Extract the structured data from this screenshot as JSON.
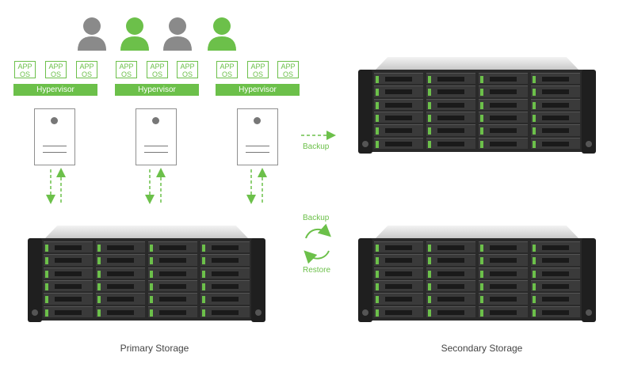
{
  "colors": {
    "accent": "#6cc04a",
    "neutral": "#8a8a8a"
  },
  "users": [
    {
      "icon": "user-icon",
      "color": "#8a8a8a"
    },
    {
      "icon": "user-icon",
      "color": "#6cc04a"
    },
    {
      "icon": "user-icon",
      "color": "#8a8a8a"
    },
    {
      "icon": "user-icon",
      "color": "#6cc04a"
    }
  ],
  "hosts": [
    {
      "vms": [
        {
          "app": "APP",
          "os": "OS"
        },
        {
          "app": "APP",
          "os": "OS"
        },
        {
          "app": "APP",
          "os": "OS"
        }
      ],
      "hypervisor": "Hypervisor"
    },
    {
      "vms": [
        {
          "app": "APP",
          "os": "OS"
        },
        {
          "app": "APP",
          "os": "OS"
        },
        {
          "app": "APP",
          "os": "OS"
        }
      ],
      "hypervisor": "Hypervisor"
    },
    {
      "vms": [
        {
          "app": "APP",
          "os": "OS"
        },
        {
          "app": "APP",
          "os": "OS"
        },
        {
          "app": "APP",
          "os": "OS"
        }
      ],
      "hypervisor": "Hypervisor"
    }
  ],
  "labels": {
    "backup_top": "Backup",
    "backup_mid": "Backup",
    "restore": "Restore",
    "primary_storage": "Primary Storage",
    "secondary_storage": "Secondary Storage"
  }
}
